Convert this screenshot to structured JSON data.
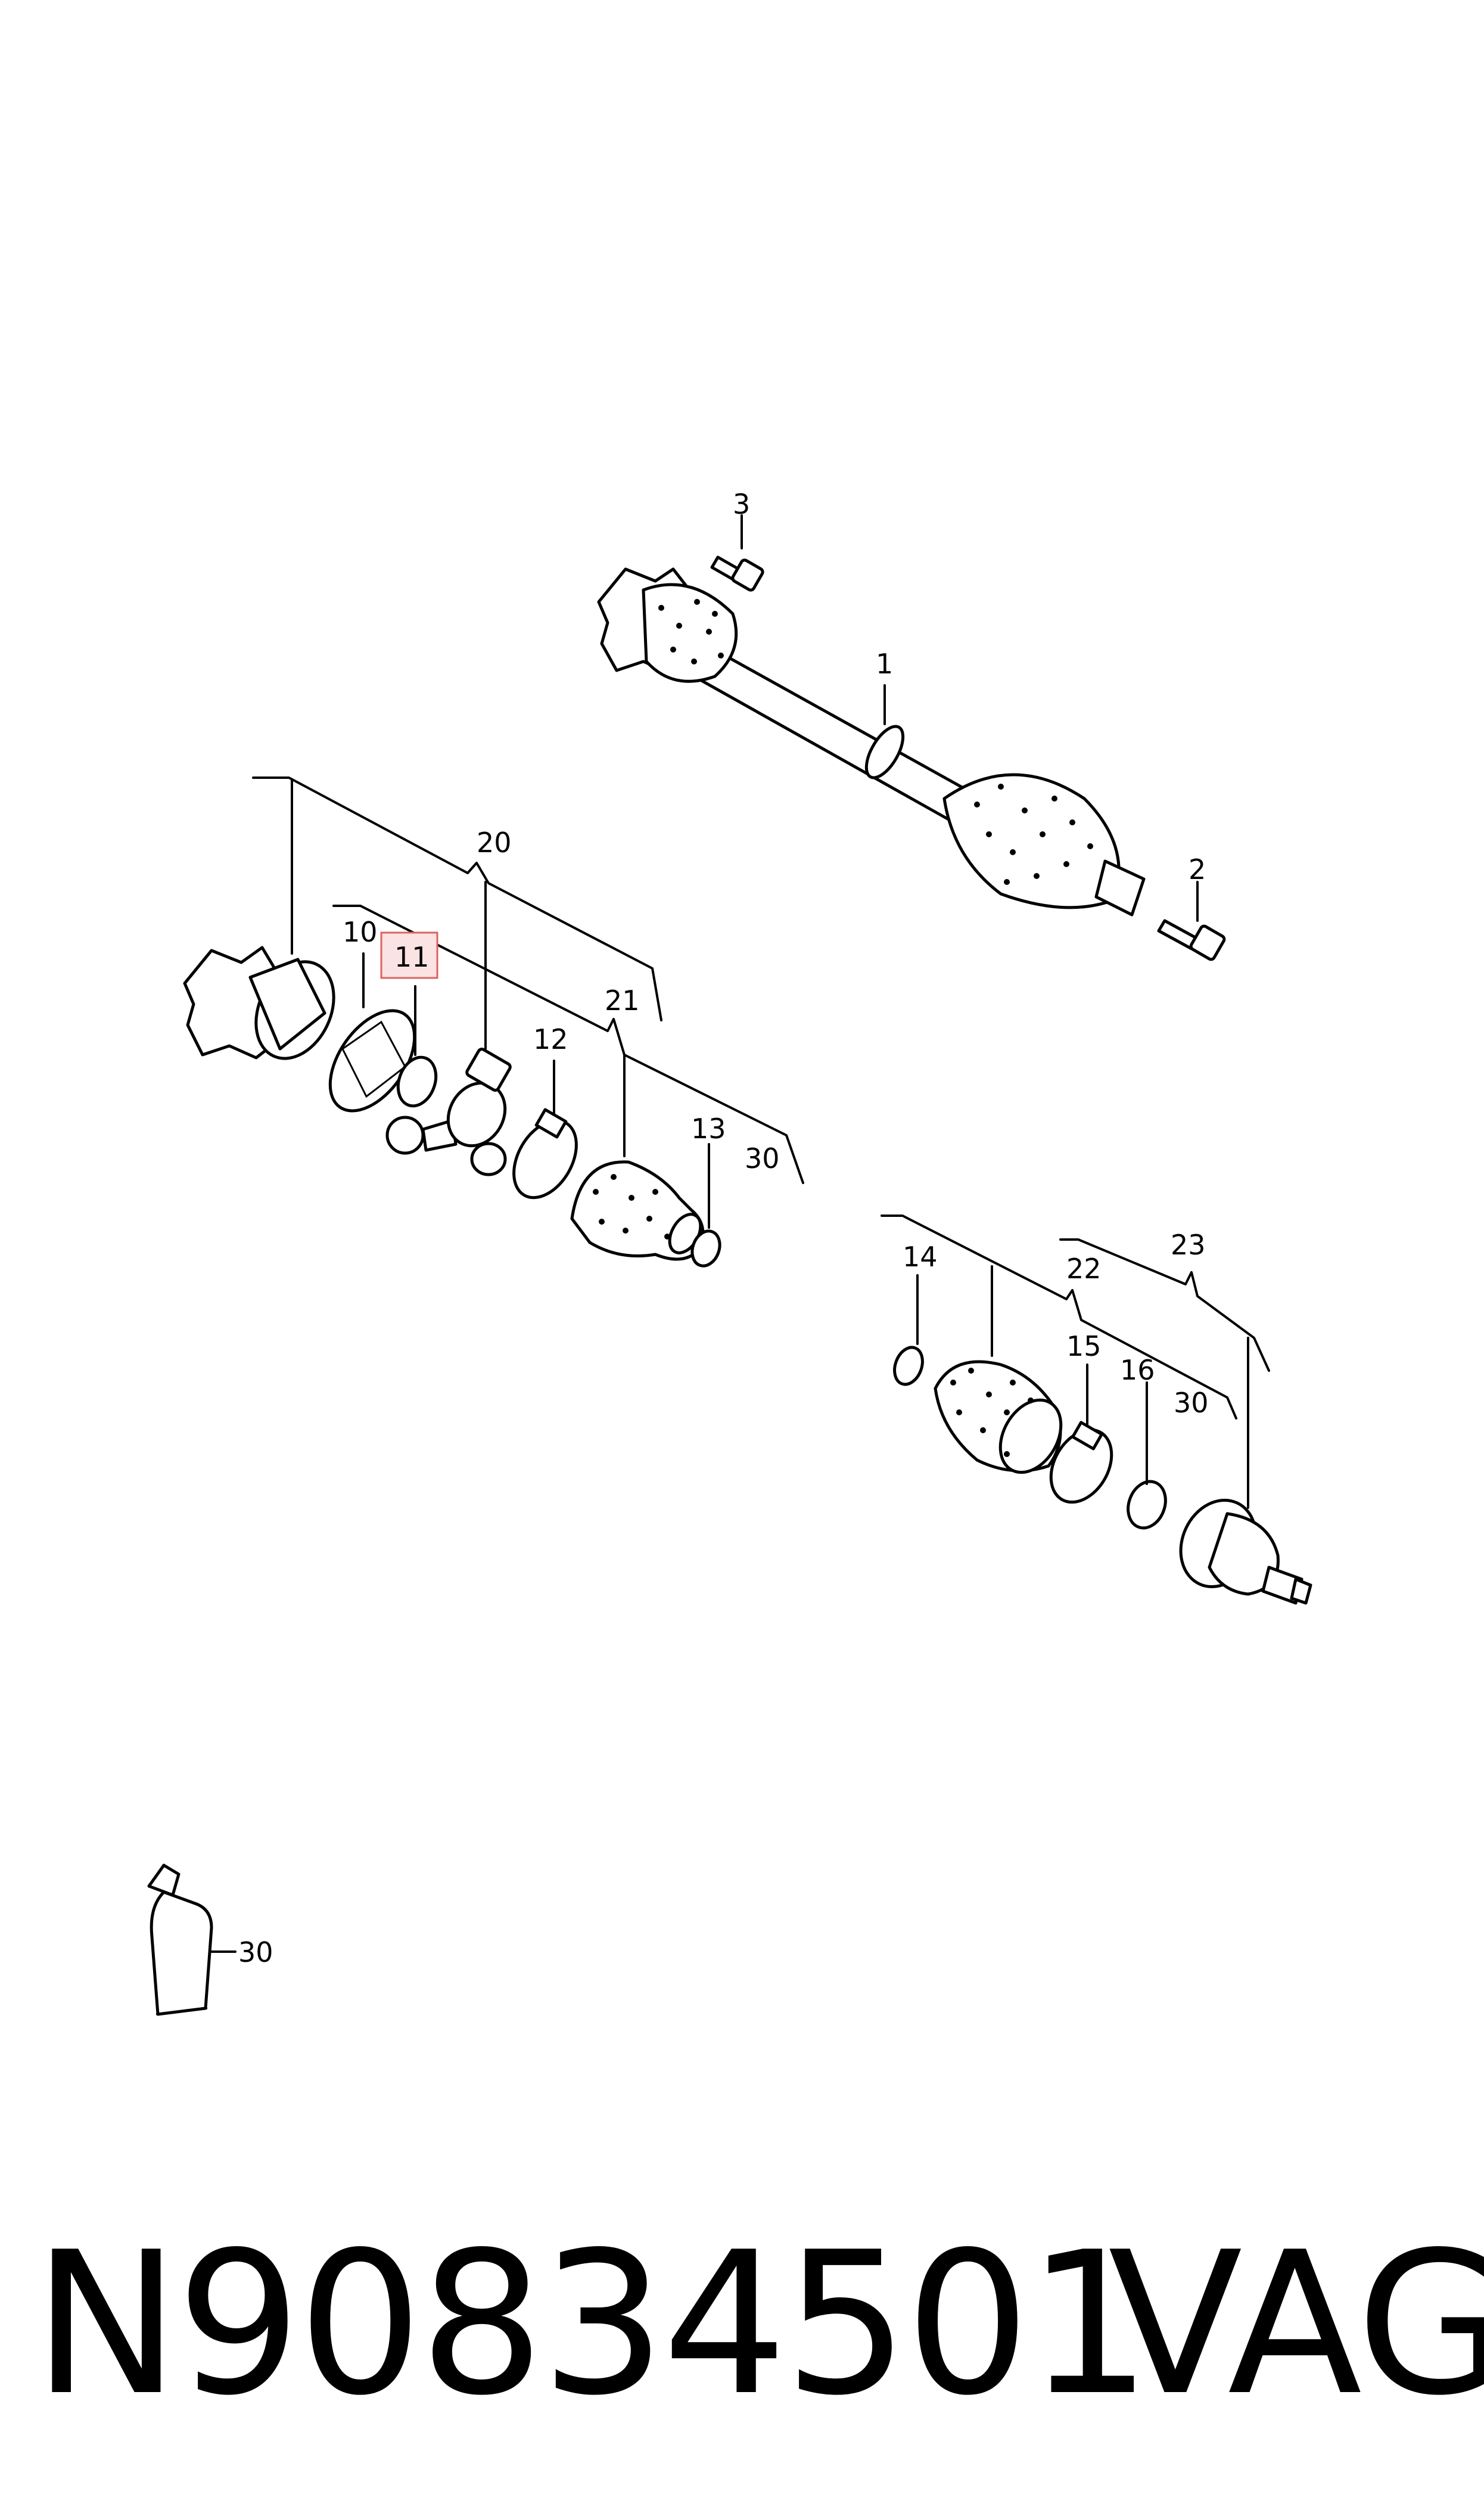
{
  "callouts": {
    "c1": "1",
    "c2": "2",
    "c3": "3",
    "c10": "10",
    "c11": "11",
    "c12": "12",
    "c13": "13",
    "c14": "14",
    "c15": "15",
    "c16": "16",
    "c20": "20",
    "c21": "21",
    "c22": "22",
    "c23": "23",
    "c30a": "30",
    "c30b": "30",
    "c30c": "30"
  },
  "highlight": {
    "callout": "11",
    "border_color": "#e06060",
    "fill_color": "#fbe3e3"
  },
  "footer": {
    "part_number": "N90834501",
    "brand": "VAG"
  }
}
